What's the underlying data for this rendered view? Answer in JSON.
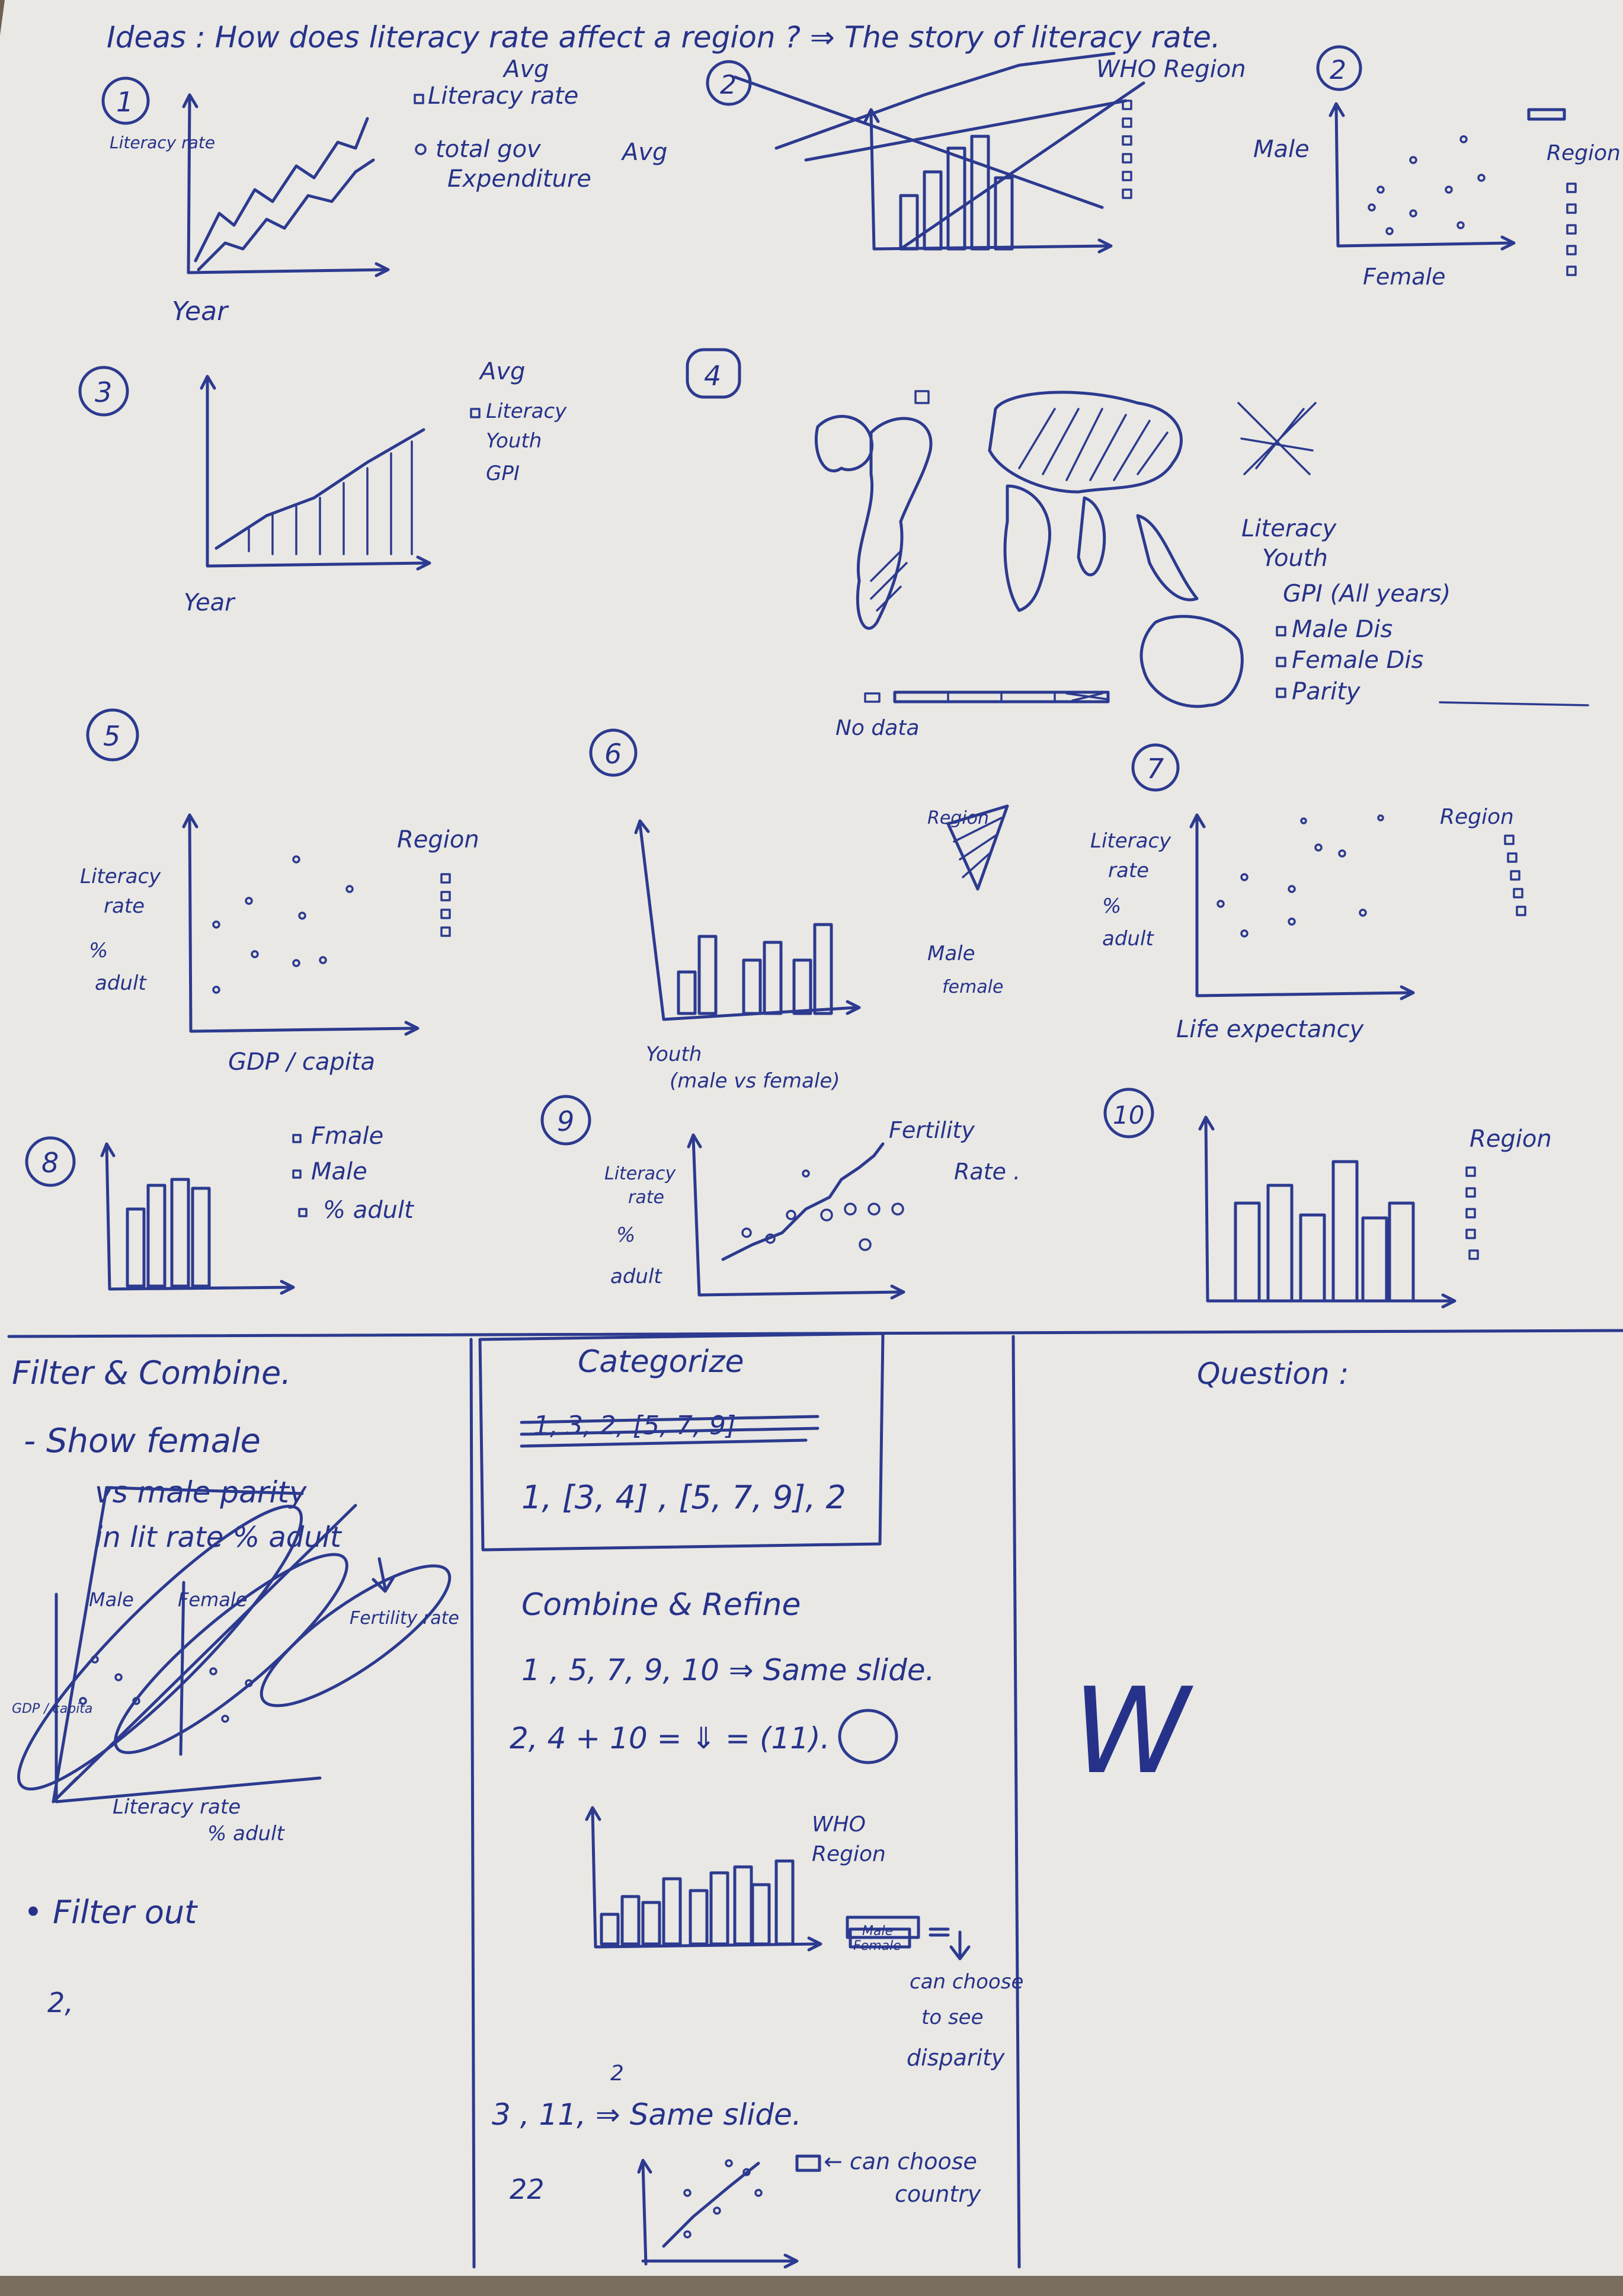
{
  "title": "Ideas : How does literacy rate affect a region ? ⇒ The story of literacy rate.",
  "sketches": [
    {
      "num": "1",
      "ylabel": "Literacy rate",
      "xlabel": "Year",
      "legend": [
        "Avg",
        "Literacy rate",
        "total gov",
        "Expenditure",
        "Avg"
      ]
    },
    {
      "num": "2",
      "legend": [
        "WHO Region"
      ]
    },
    {
      "num": "2",
      "ylabel": "Male",
      "xlabel": "Female",
      "legend": [
        "Region"
      ]
    },
    {
      "num": "3",
      "xlabel": "Year",
      "legend": [
        "Avg",
        "Literacy",
        "Youth",
        "GPI"
      ]
    },
    {
      "num": "4",
      "legend": [
        "Literacy",
        "Youth",
        "GPI (All years)",
        "Male Dis",
        "Female Dis",
        "Parity"
      ],
      "scale_label": "No data"
    },
    {
      "num": "5",
      "ylabel": [
        "Literacy",
        "rate",
        "%",
        "adult"
      ],
      "xlabel": "GDP / capita",
      "legend": [
        "Region"
      ]
    },
    {
      "num": "6",
      "xlabel": [
        "Youth",
        "(male vs female)"
      ],
      "legend": [
        "Region",
        "Male",
        "female"
      ]
    },
    {
      "num": "7",
      "ylabel": [
        "Literacy",
        "rate",
        "%",
        "adult"
      ],
      "xlabel": "Life expectancy",
      "legend": [
        "Region"
      ]
    },
    {
      "num": "8",
      "legend": [
        "Fmale",
        "Male",
        "% adult"
      ]
    },
    {
      "num": "9",
      "ylabel": [
        "Literacy",
        "rate",
        "%",
        "adult"
      ],
      "legend": [
        "Fertility",
        "Rate ."
      ]
    },
    {
      "num": "10",
      "legend": [
        "Region"
      ]
    }
  ],
  "filter": {
    "heading": "Filter & Combine.",
    "lines": [
      "- Show female",
      "vs male parity",
      "in lit rate % adult"
    ],
    "sketch": {
      "left": "Male",
      "right": "Female",
      "note": "Fertility rate",
      "xlabel": [
        "Literacy rate",
        "% adult"
      ],
      "ylabel": "GDP / capita"
    },
    "filter_out": "• Filter out",
    "two": "2,"
  },
  "categorize": {
    "heading": "Categorize",
    "struck": "1, 3, 2, [5, 7, 9]",
    "groups": "1, [3, 4] , [5, 7, 9], 2"
  },
  "combine": {
    "heading": "Combine & Refine",
    "line1": "1 , 5, 7, 9, 10 ⇒ Same slide.",
    "line2": "2, 4 + 10 = ⇓ = (11).",
    "sketch_legend": [
      "WHO",
      "Region"
    ],
    "toggle": [
      "Male",
      "Female"
    ],
    "note": [
      "can choose",
      "to see",
      "disparity"
    ],
    "line3": "3 , 11, ⇒ Same slide.",
    "line3_sup": "2",
    "line4": "22",
    "country_note": [
      "← can choose",
      "country"
    ]
  },
  "question": {
    "heading": "Question :",
    "scribble": "W"
  }
}
